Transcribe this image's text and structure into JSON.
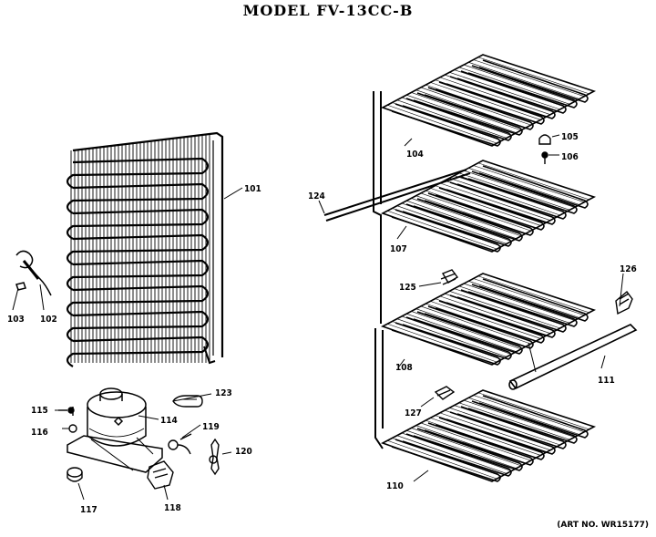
{
  "title": "MODEL FV-13CC-B",
  "art_note": "(ART NO. WR15177)",
  "parts": [
    {
      "id": "101"
    },
    {
      "id": "102"
    },
    {
      "id": "103"
    },
    {
      "id": "104"
    },
    {
      "id": "105"
    },
    {
      "id": "106"
    },
    {
      "id": "107"
    },
    {
      "id": "108"
    },
    {
      "id": "110"
    },
    {
      "id": "111"
    },
    {
      "id": "114"
    },
    {
      "id": "115"
    },
    {
      "id": "116"
    },
    {
      "id": "117"
    },
    {
      "id": "118"
    },
    {
      "id": "119"
    },
    {
      "id": "120"
    },
    {
      "id": "123"
    },
    {
      "id": "124"
    },
    {
      "id": "125"
    },
    {
      "id": "126"
    },
    {
      "id": "127"
    }
  ]
}
